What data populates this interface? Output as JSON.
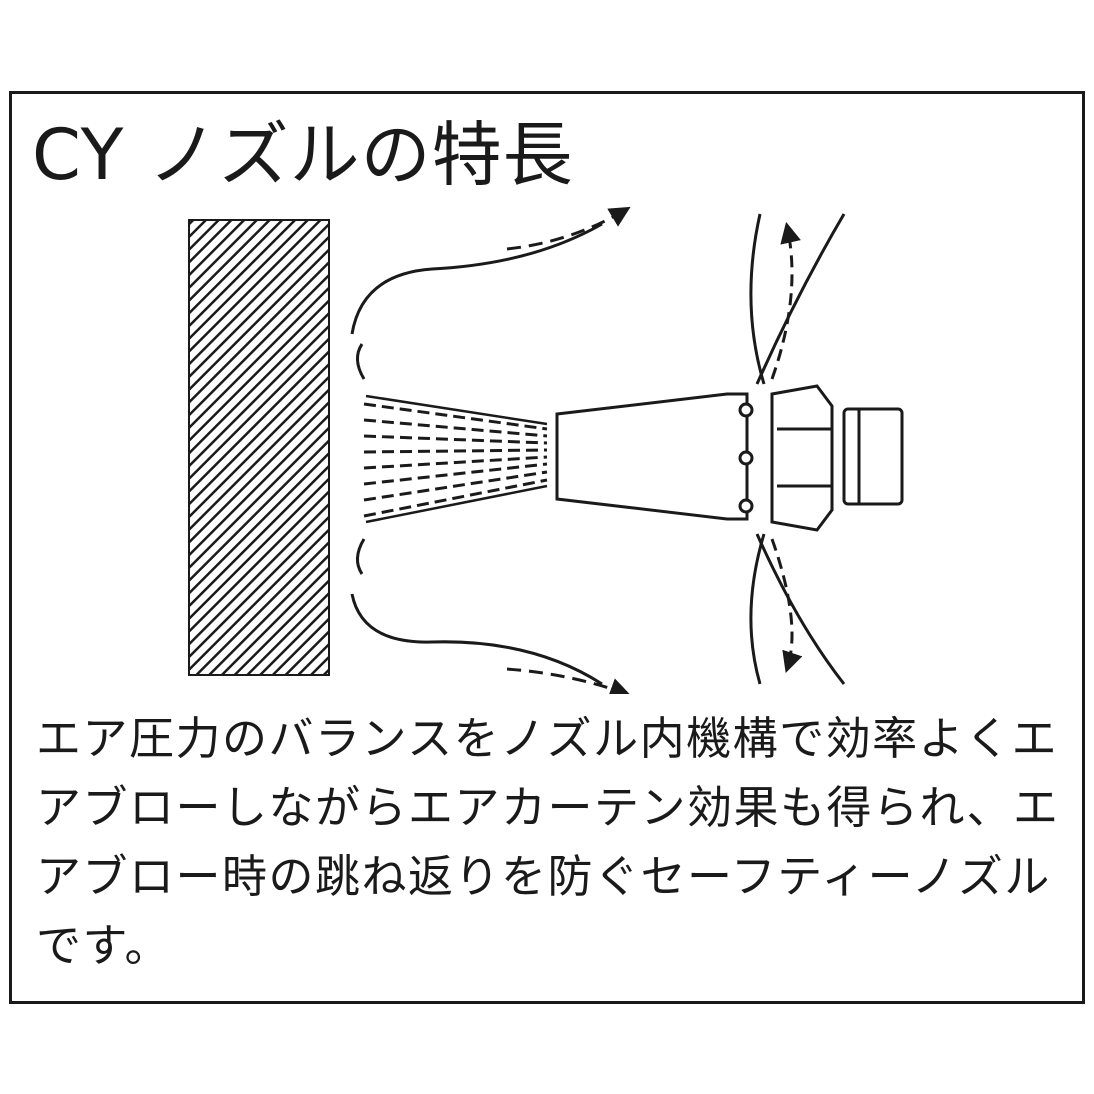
{
  "title": "CY ノズルの特長",
  "description": "エア圧力のバランスをノズル内機構で効率よくエアブローしながらエアカーテン効果も得られ、エアブロー時の跳ね返りを防ぐセーフティーノズルです。",
  "colors": {
    "ink": "#1a1a1a",
    "background": "#ffffff"
  },
  "diagram": {
    "elements": [
      "hatched-wall",
      "air-blow-jet",
      "air-flow-arrows",
      "nozzle-body",
      "hex-fitting",
      "air-curtain-streams"
    ]
  }
}
